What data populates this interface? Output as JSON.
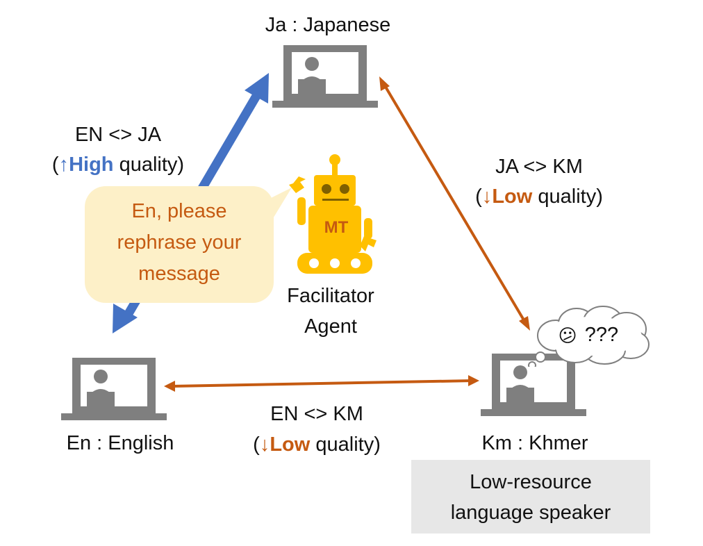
{
  "colors": {
    "blue": "#4472C4",
    "orange": "#C55A11",
    "gray": "#7F7F7F",
    "robot": "#FFC000",
    "bubble": "#FDF0C8",
    "note_bg": "#E7E7E7"
  },
  "users": {
    "ja": "Ja : Japanese",
    "en": "En : English",
    "km": "Km : Khmer"
  },
  "links": {
    "en_ja": {
      "pair": "EN <> JA",
      "open": "(",
      "arrow": "↑",
      "level": "High",
      "rest": " quality)"
    },
    "ja_km": {
      "pair": "JA <> KM",
      "open": "(",
      "arrow": "↓",
      "level": "Low",
      "rest": " quality)"
    },
    "en_km": {
      "pair": "EN <> KM",
      "open": "(",
      "arrow": "↓",
      "level": "Low",
      "rest": " quality)"
    }
  },
  "agent": {
    "badge": "MT",
    "line1": "Facilitator",
    "line2": "Agent",
    "speech": [
      "En, please",
      "rephrase your",
      "message"
    ]
  },
  "khmer_thought": {
    "emoji": "😕",
    "text": "???"
  },
  "note": [
    "Low-resource",
    "language speaker"
  ]
}
